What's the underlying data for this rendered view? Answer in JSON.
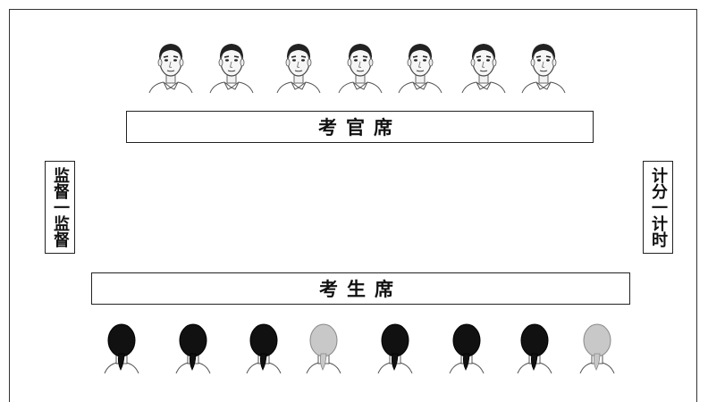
{
  "examiner_desk": {
    "label": "考官席"
  },
  "candidate_desk": {
    "label": "考生席"
  },
  "left_station": {
    "label": "监督一监督"
  },
  "right_station": {
    "label": "计分一计时"
  },
  "examiners": [
    {
      "icon": "man-face-icon"
    },
    {
      "icon": "man-face-icon"
    },
    {
      "icon": "man-face-icon"
    },
    {
      "icon": "man-face-icon"
    },
    {
      "icon": "man-face-icon"
    },
    {
      "icon": "man-face-icon"
    },
    {
      "icon": "man-face-icon"
    }
  ],
  "candidates": [
    {
      "icon": "head-back-icon",
      "hair": "#111111"
    },
    {
      "icon": "head-back-icon",
      "hair": "#111111"
    },
    {
      "icon": "head-back-icon",
      "hair": "#111111"
    },
    {
      "icon": "head-back-icon",
      "hair": "#c8c8c8"
    },
    {
      "icon": "head-back-icon",
      "hair": "#111111"
    },
    {
      "icon": "head-back-icon",
      "hair": "#111111"
    },
    {
      "icon": "head-back-icon",
      "hair": "#111111"
    },
    {
      "icon": "head-back-icon",
      "hair": "#c8c8c8"
    }
  ]
}
